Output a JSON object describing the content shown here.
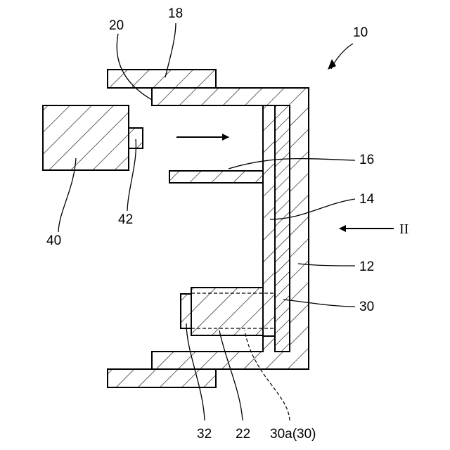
{
  "figure": {
    "assembly_label": "10",
    "view_label": "II",
    "labels": {
      "housing": "12",
      "plate": "14",
      "shelf": "16",
      "top_bar": "18",
      "top_flange": "20",
      "lower_block": "22",
      "back_plate": "30",
      "back_plate_section": "30a(30)",
      "small_block": "32",
      "left_block": "40",
      "left_nub": "42"
    },
    "icons": {
      "flow_arrow": "right-arrow-icon",
      "view_arrow": "left-arrow-icon",
      "assembly_arrow": "curved-arrow-icon"
    }
  }
}
